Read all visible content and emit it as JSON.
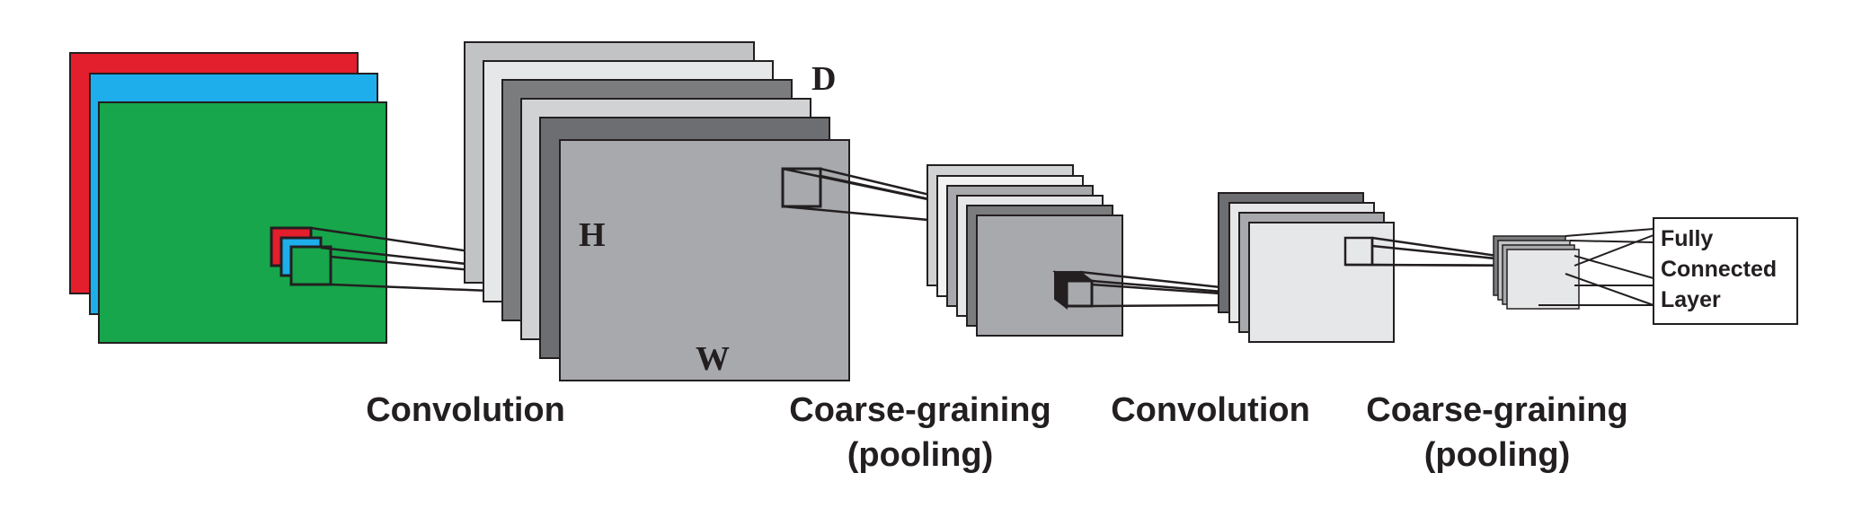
{
  "dimension_labels": {
    "depth": "D",
    "height": "H",
    "width": "W"
  },
  "stage_labels": {
    "convolution_1": "Convolution",
    "pooling_1_line1": "Coarse-graining",
    "pooling_1_line2": "(pooling)",
    "convolution_2": "Convolution",
    "pooling_2_line1": "Coarse-graining",
    "pooling_2_line2": "(pooling)"
  },
  "output_box": {
    "line1": "Fully",
    "line2": "Connected",
    "line3": "Layer"
  },
  "colors": {
    "input_red": "#e31e2d",
    "input_blue": "#1daeeb",
    "input_green": "#17a64b",
    "stroke": "#231f20"
  }
}
